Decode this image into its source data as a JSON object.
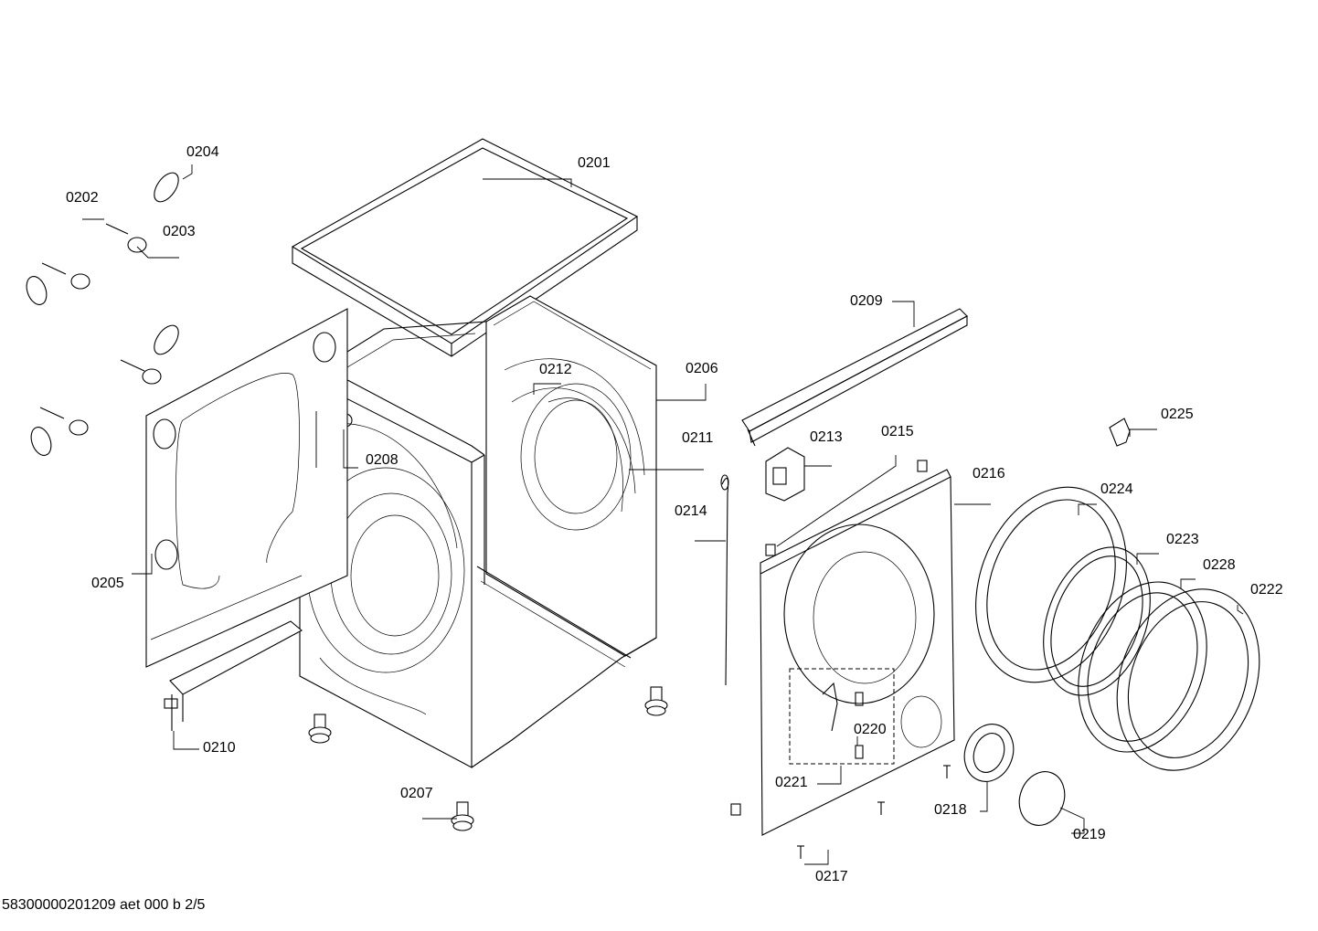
{
  "labels": {
    "p0201": "0201",
    "p0202": "0202",
    "p0203": "0203",
    "p0204": "0204",
    "p0205": "0205",
    "p0206": "0206",
    "p0207": "0207",
    "p0208": "0208",
    "p0209": "0209",
    "p0210": "0210",
    "p0211": "0211",
    "p0212": "0212",
    "p0213": "0213",
    "p0214": "0214",
    "p0215": "0215",
    "p0216": "0216",
    "p0217": "0217",
    "p0218": "0218",
    "p0219": "0219",
    "p0220": "0220",
    "p0221": "0221",
    "p0222": "0222",
    "p0223": "0223",
    "p0224": "0224",
    "p0225": "0225",
    "p0228": "0228"
  },
  "footer": "58300000201209 aet 000 b 2/5"
}
